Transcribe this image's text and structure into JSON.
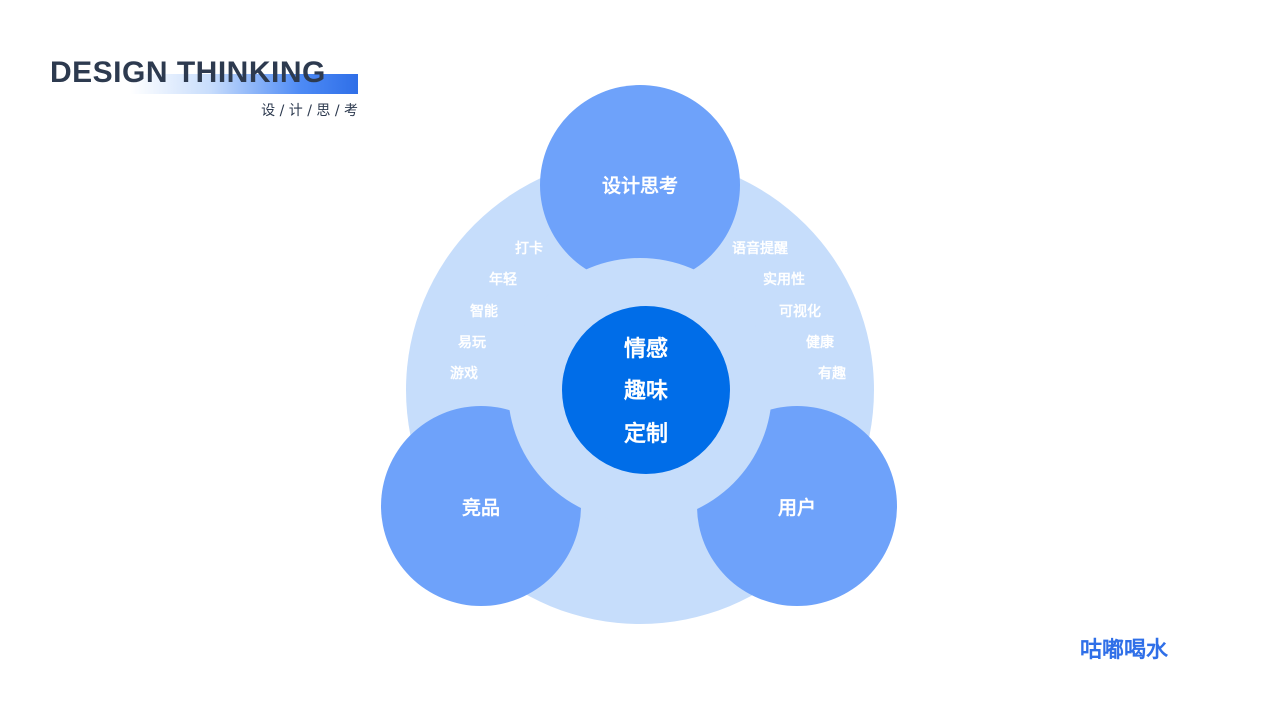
{
  "header": {
    "title": "DESIGN THINKING",
    "subtitle": "设 / 计 / 思 / 考"
  },
  "diagram": {
    "top_circle": "设计思考",
    "left_circle": "竞品",
    "right_circle": "用户",
    "center_lines": [
      "情感",
      "趣味",
      "定制"
    ],
    "left_keywords": [
      "打卡",
      "年轻",
      "智能",
      "易玩",
      "游戏"
    ],
    "right_keywords": [
      "语音提醒",
      "实用性",
      "可视化",
      "健康",
      "有趣"
    ]
  },
  "logo": {
    "text": "咕嘟喝水"
  },
  "colors": {
    "big_circle": "#c6ddfb",
    "satellite_circle": "#6ea2fa",
    "center_circle": "#006de8",
    "title_text": "#2d3a4f",
    "accent": "#2f6fe8"
  }
}
